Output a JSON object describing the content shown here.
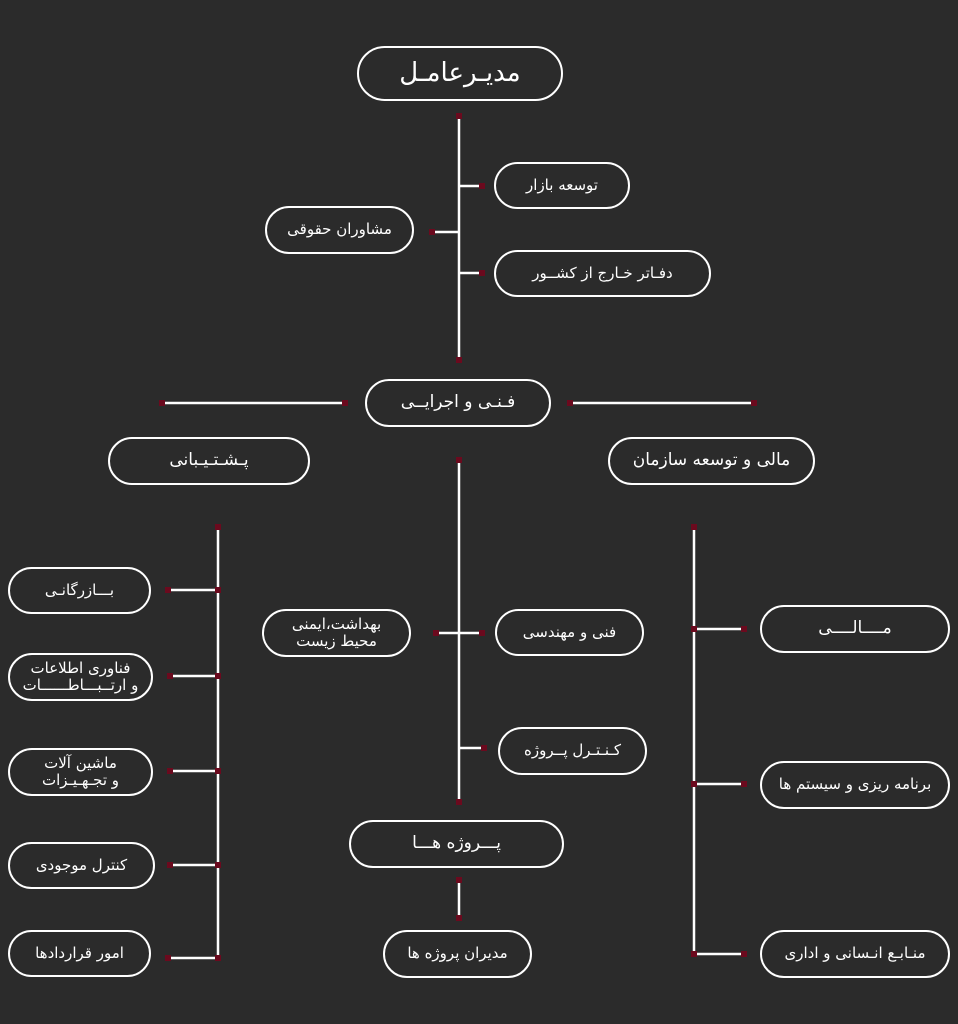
{
  "colors": {
    "background": "#2b2b2b",
    "line": "#ffffff",
    "dot": "#6b0a1e"
  },
  "ceo": {
    "label": "مدیـرعامـل"
  },
  "staff": {
    "legal": "مشاوران حقوقی",
    "market_dev": "توسعه بازار",
    "foreign_offices": "دفـاتر خـارج از کشــور"
  },
  "technical": {
    "label": "فـنـی و اجرایــی"
  },
  "support": {
    "label": "پـشـتـیـبانی",
    "items": [
      "بـــازرگانـی",
      "فناوری اطلاعات\nو ارتــبـــاطــــــات",
      "ماشین آلات\nو تجـهـیـزات",
      "کنترل موجودی",
      "امور قراردادها"
    ]
  },
  "finance": {
    "label": "مالی و توسعه سازمان",
    "items": [
      "مــــالــــی",
      "برنامه ریزی و سیستم ها",
      "منـابـع انـسانی و اداری"
    ]
  },
  "projects_branch": {
    "hse": "بهداشت،ایمنی\nمحیط زیست",
    "engineering": "فنی و مهندسی",
    "project_control": "کـنـتـرل پــروژه",
    "projects": "پـــروژه هـــا",
    "project_managers": "مدیران پروژه ها"
  }
}
